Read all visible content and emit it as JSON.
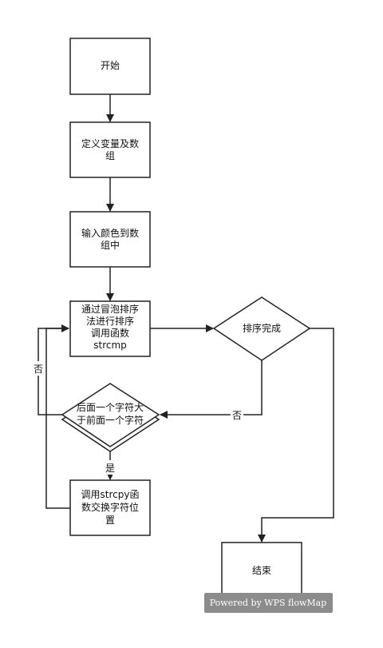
{
  "nodes": {
    "start": "开始",
    "define": [
      "定义变量及数",
      "组"
    ],
    "input": [
      "输入颜色到数",
      "组中"
    ],
    "sort": [
      "通过冒泡排序",
      "法进行排序",
      "调用函数",
      "strcmp"
    ],
    "sort_done": "排序完成",
    "compare": [
      "后面一个字符大",
      "于前面一个字符"
    ],
    "swap": [
      "调用strcpy函",
      "数交换字符位",
      "置"
    ],
    "end": "结束"
  },
  "edge_labels": {
    "no_left": "否",
    "no_right": "否",
    "yes": "是"
  },
  "watermark": "Powered by WPS flowMap",
  "colors": {
    "stroke": "#222222",
    "watermark_bg": "#8c8c8c"
  }
}
